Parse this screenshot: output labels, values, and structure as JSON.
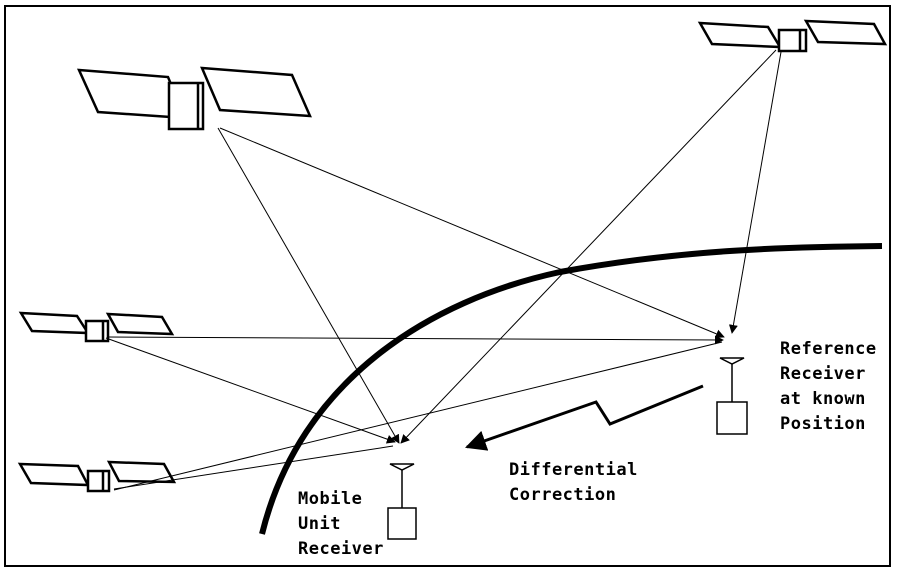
{
  "labels": {
    "reference_receiver": "Reference\nReceiver\nat known\nPosition",
    "differential_correction": "Differential\nCorrection",
    "mobile_unit_receiver": "Mobile\nUnit\nReceiver"
  },
  "colors": {
    "line": "#000000",
    "background": "#ffffff"
  },
  "icons": {
    "satellite": "satellite-icon",
    "antenna": "antenna-icon",
    "receiver": "receiver-box-icon",
    "lightning": "lightning-bolt-icon"
  }
}
